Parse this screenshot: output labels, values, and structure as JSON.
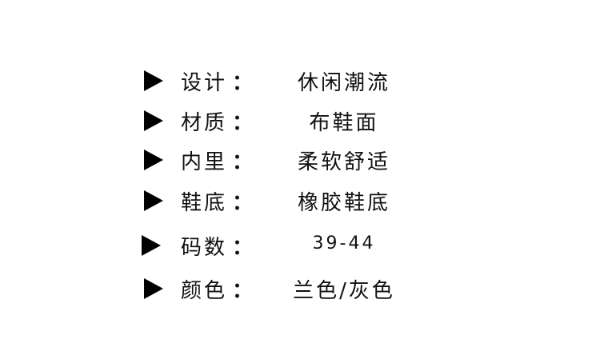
{
  "specs": [
    {
      "label": "设计",
      "colon": "：",
      "value": "休闲潮流"
    },
    {
      "label": "材质",
      "colon": "：",
      "value": "布鞋面"
    },
    {
      "label": "内里",
      "colon": "：",
      "value": "柔软舒适"
    },
    {
      "label": "鞋底",
      "colon": "：",
      "value": "橡胶鞋底"
    },
    {
      "label": "码数",
      "colon": "：",
      "value": "39-44"
    },
    {
      "label": "颜色",
      "colon": "：",
      "value": "兰色/灰色"
    }
  ]
}
